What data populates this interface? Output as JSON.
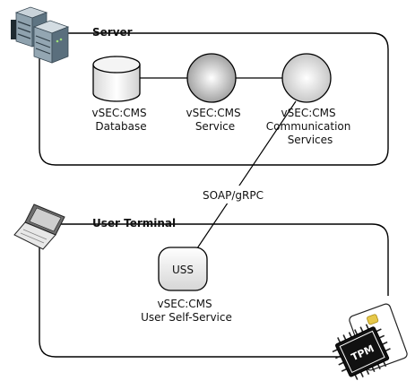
{
  "groups": {
    "server": {
      "title": "Server"
    },
    "terminal": {
      "title": "User Terminal"
    }
  },
  "nodes": {
    "database": {
      "label": [
        "vSEC:CMS",
        "Database"
      ]
    },
    "service": {
      "label": [
        "vSEC:CMS",
        "Service"
      ]
    },
    "comm": {
      "label": [
        "vSEC:CMS",
        "Communication",
        "Services"
      ]
    },
    "uss": {
      "inner": "USS",
      "label": [
        "vSEC:CMS",
        "User Self-Service"
      ]
    }
  },
  "edges": {
    "protocol": "SOAP/gRPC"
  },
  "icons": {
    "server": "server-rack-icon",
    "laptop": "laptop-icon",
    "smartcard": "smart-card-icon",
    "tpm": {
      "name": "tpm-chip-icon",
      "text": "TPM"
    }
  }
}
